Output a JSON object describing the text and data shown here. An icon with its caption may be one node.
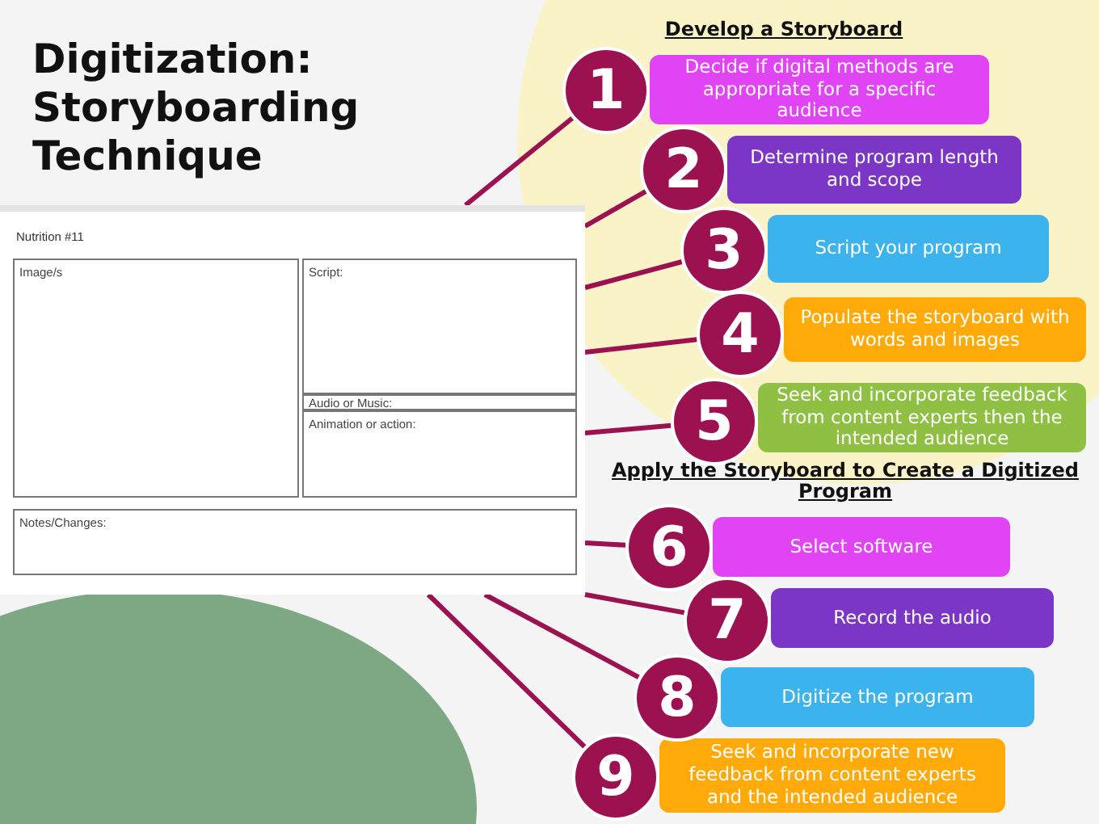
{
  "diagram": {
    "title": "Digitization: Storyboarding Technique",
    "nodes": [
      {
        "text": [
          "Nutrition #11"
        ]
      },
      {
        "text": [
          "Image/s"
        ],
        "in": 0
      },
      {
        "text": [
          "Script:"
        ],
        "in": 0
      },
      {
        "text": [
          "Audio or Music:"
        ],
        "in": 0
      },
      {
        "text": [
          "Animation or action:"
        ],
        "in": 0
      },
      {
        "text": [
          "Notes/Changes:"
        ],
        "in": 0
      },
      {
        "text": [
          "1"
        ]
      },
      {
        "text": [
          "Decide if digital methods are appropriate for a specific audience"
        ]
      },
      {
        "text": [
          "2"
        ]
      },
      {
        "text": [
          "Determine program length and scope"
        ]
      },
      {
        "text": [
          "3"
        ]
      },
      {
        "text": [
          "Script your program"
        ]
      },
      {
        "text": [
          "4"
        ]
      },
      {
        "text": [
          "Populate the storyboard with words and images"
        ]
      },
      {
        "text": [
          "5"
        ]
      },
      {
        "text": [
          "Seek and incorporate feedback from content experts then the intended audience"
        ]
      },
      {
        "text": [
          "6"
        ]
      },
      {
        "text": [
          "Select software"
        ]
      },
      {
        "text": [
          "7"
        ]
      },
      {
        "text": [
          "Record the audio"
        ]
      },
      {
        "text": [
          "8"
        ]
      },
      {
        "text": [
          "Digitize the program"
        ]
      },
      {
        "text": [
          "9"
        ]
      },
      {
        "text": [
          "Seek and incorporate new feedback from content experts and the intended audience"
        ]
      }
    ],
    "edges": [
      {
        "from": 6,
        "to": 0,
        "arrow": "none"
      },
      {
        "from": 8,
        "to": 0,
        "arrow": "none"
      },
      {
        "from": 10,
        "to": 0,
        "arrow": "none"
      },
      {
        "from": 12,
        "to": 0,
        "arrow": "none"
      },
      {
        "from": 14,
        "to": 0,
        "arrow": "none"
      },
      {
        "from": 16,
        "to": 0,
        "arrow": "none"
      },
      {
        "from": 18,
        "to": 0,
        "arrow": "none"
      },
      {
        "from": 20,
        "to": 0,
        "arrow": "none"
      },
      {
        "from": 22,
        "to": 0,
        "arrow": "none"
      }
    ],
    "labels": [
      "Develop a Storyboard",
      "Apply the Storyboard to Create a Digitized Program"
    ]
  }
}
